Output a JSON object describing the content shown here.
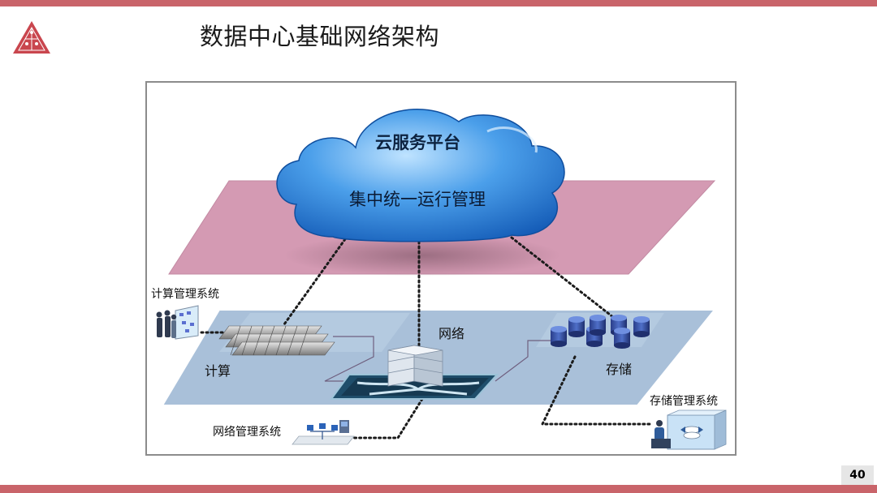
{
  "slide": {
    "title": "数据中心基础网络架构",
    "page_number": "40"
  },
  "diagram": {
    "cloud": {
      "title": "云服务平台",
      "subtitle": "集中统一运行管理"
    },
    "nodes": {
      "compute": "计算",
      "network": "网络",
      "storage": "存储"
    },
    "management": {
      "compute_mgmt": "计算管理系统",
      "network_mgmt": "网络管理系统",
      "storage_mgmt": "存储管理系统"
    }
  },
  "colors": {
    "accent_bar": "#c9646a",
    "upper_plane": "#d49ab3",
    "lower_plane": "#a9c0d9",
    "cloud": "#2b7fd8"
  }
}
